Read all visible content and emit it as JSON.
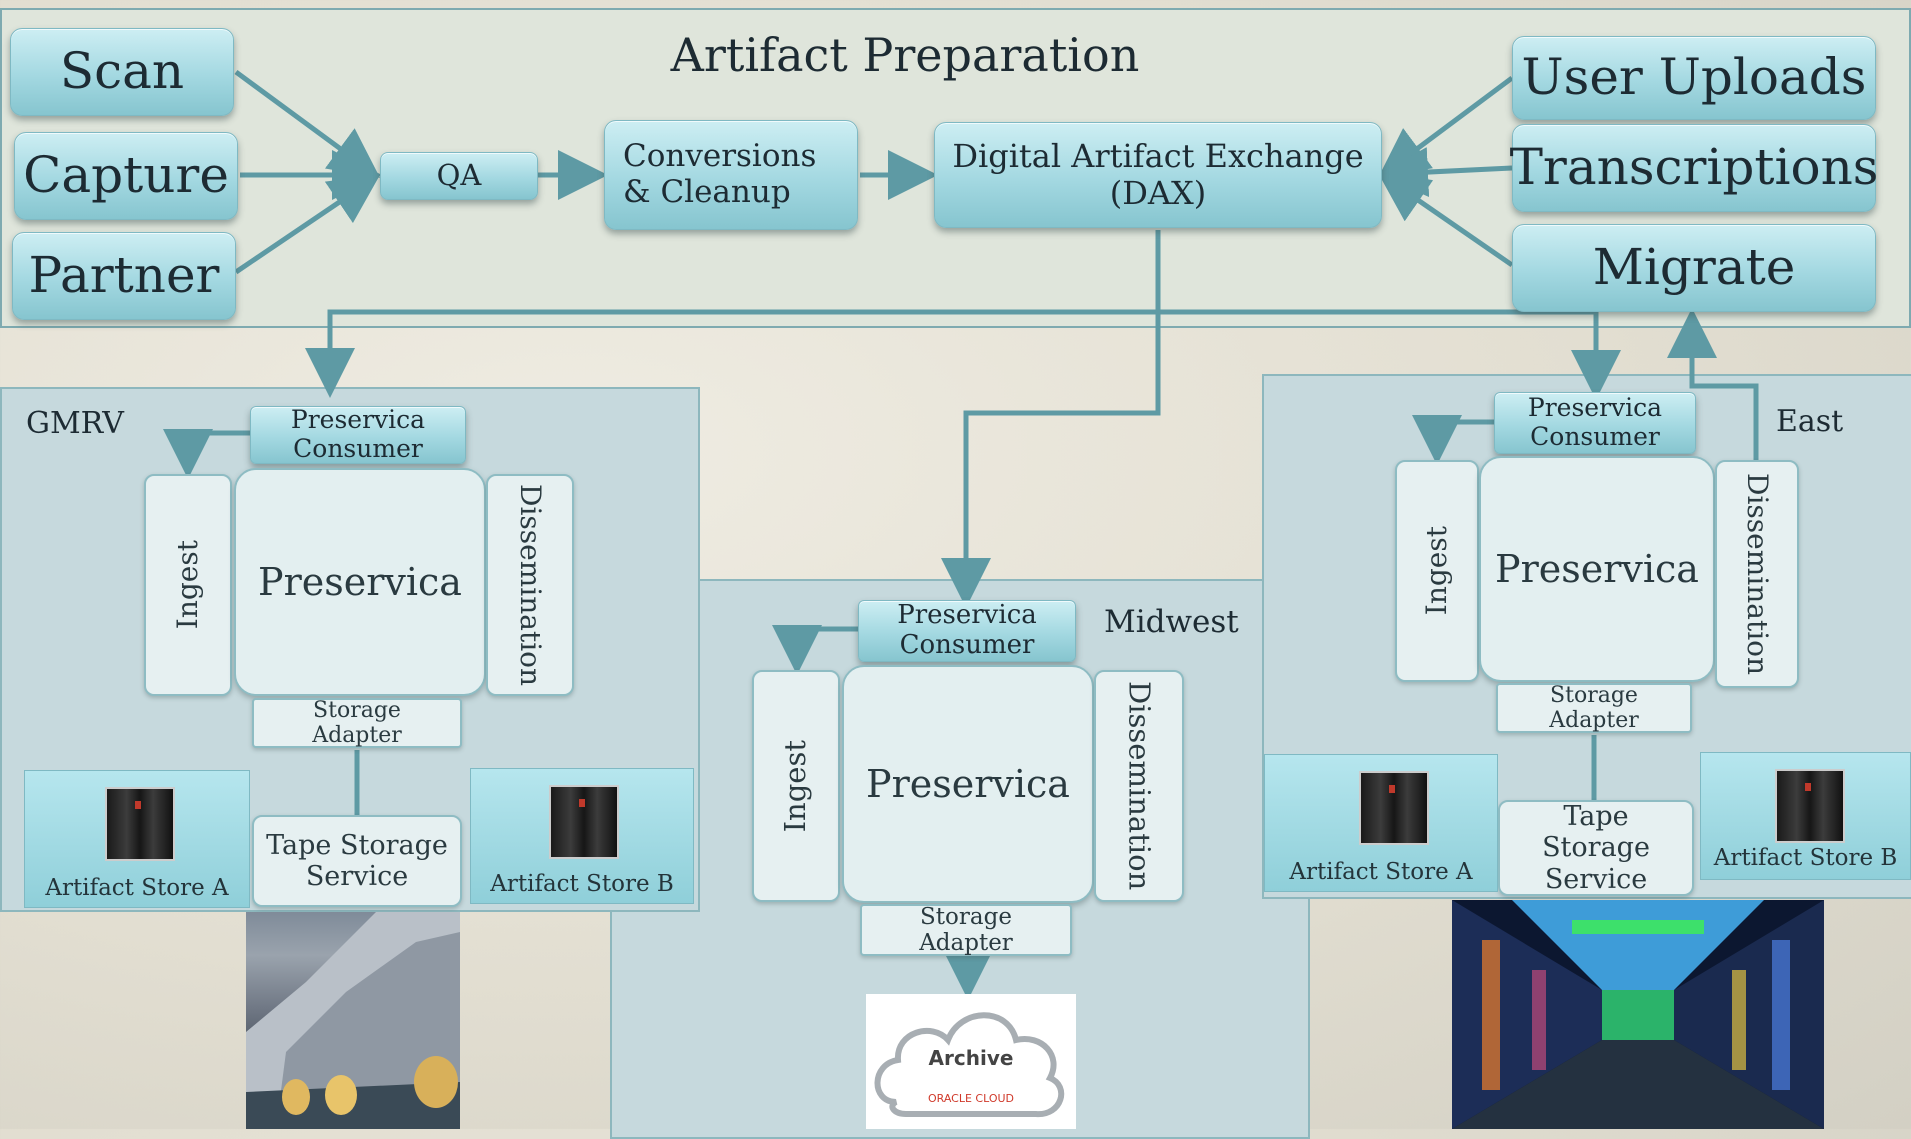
{
  "preparation": {
    "title": "Artifact Preparation",
    "sources_left": [
      "Scan",
      "Capture",
      "Partner"
    ],
    "qa": "QA",
    "conversions": "Conversions & Cleanup",
    "dax_line1": "Digital Artifact Exchange",
    "dax_line2": "(DAX)",
    "sources_right": [
      "User Uploads",
      "Transcriptions",
      "Migrate"
    ]
  },
  "regions": {
    "gmrv": {
      "label": "GMRV",
      "consumer": "Preservica Consumer",
      "ingest": "Ingest",
      "core": "Preservica",
      "dissemination": "Dissemination",
      "adapter": "Storage Adapter",
      "tape": "Tape Storage Service",
      "store_a": "Artifact Store A",
      "store_b": "Artifact Store B"
    },
    "midwest": {
      "label": "Midwest",
      "consumer": "Preservica Consumer",
      "ingest": "Ingest",
      "core": "Preservica",
      "dissemination": "Dissemination",
      "adapter": "Storage Adapter"
    },
    "east": {
      "label": "East",
      "consumer": "Preservica Consumer",
      "ingest": "Ingest",
      "core": "Preservica",
      "dissemination": "Dissemination",
      "adapter": "Storage Adapter",
      "tape": "Tape Storage Service",
      "store_a": "Artifact Store A",
      "store_b": "Artifact Store B"
    }
  },
  "archive": {
    "label": "Archive",
    "sublabel": "ORACLE CLOUD"
  },
  "colors": {
    "connector": "#5e9aa4",
    "box": "#9fd6df",
    "region": "#c6d9dd",
    "oracle_red": "#d03a2b"
  }
}
